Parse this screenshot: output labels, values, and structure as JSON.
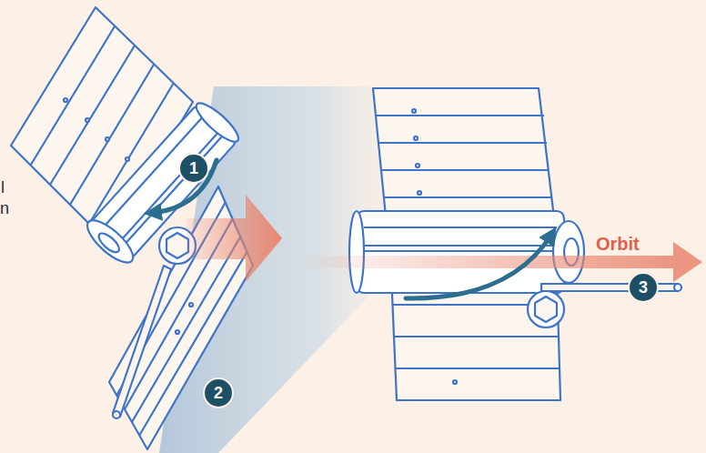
{
  "diagram": {
    "labels": [
      "1",
      "l",
      "n",
      "Orbit",
      "3",
      "2"
    ]
  }
}
